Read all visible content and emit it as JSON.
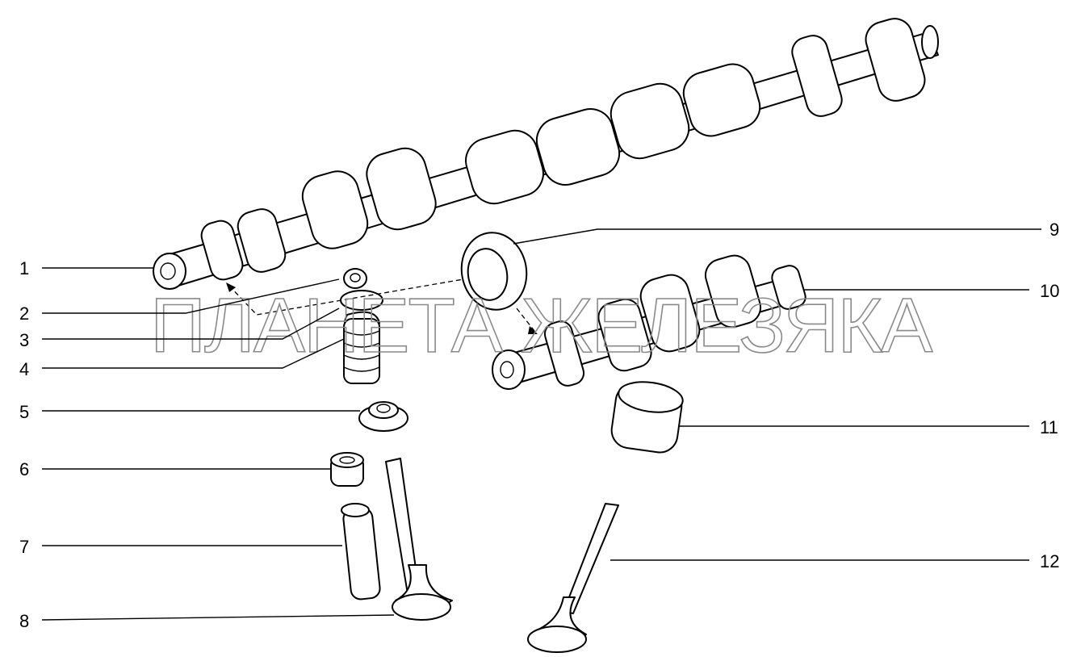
{
  "diagram": {
    "callouts": [
      {
        "id": "c1",
        "number": "1"
      },
      {
        "id": "c2",
        "number": "2"
      },
      {
        "id": "c3",
        "number": "3"
      },
      {
        "id": "c4",
        "number": "4"
      },
      {
        "id": "c5",
        "number": "5"
      },
      {
        "id": "c6",
        "number": "6"
      },
      {
        "id": "c7",
        "number": "7"
      },
      {
        "id": "c8",
        "number": "8"
      },
      {
        "id": "c9",
        "number": "9"
      },
      {
        "id": "c10",
        "number": "10"
      },
      {
        "id": "c11",
        "number": "11"
      },
      {
        "id": "c12",
        "number": "12"
      }
    ],
    "watermark": "ПЛАНЕТА ЖЕЛЕЗЯКА",
    "colors": {
      "line": "#000000",
      "background": "#ffffff",
      "watermark": "#8a8a8a"
    }
  }
}
